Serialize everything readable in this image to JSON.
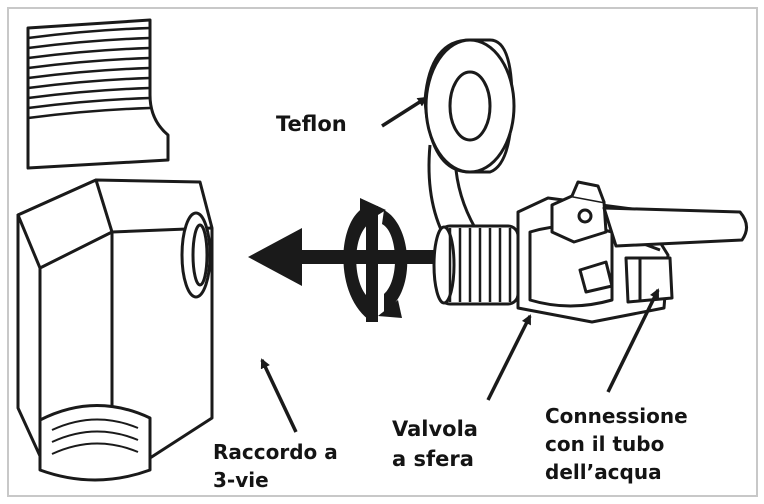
{
  "colors": {
    "line": "#1a1a1a",
    "fill": "#ffffff",
    "border": "#c8c8c8",
    "text": "#141414"
  },
  "labels": {
    "teflon": "Teflon",
    "valvola_line1": "Valvola",
    "valvola_line2": "a sfera",
    "raccordo_line1": "Raccordo a",
    "raccordo_line2": "3-vie",
    "connessione_line1": "Connessione",
    "connessione_line2": "con il tubo",
    "connessione_line3": "dell’acqua"
  }
}
